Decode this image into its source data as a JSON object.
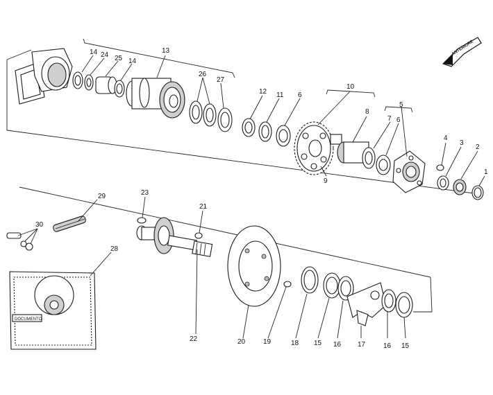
{
  "diagram": {
    "callouts": {
      "n1": "1",
      "n2": "2",
      "n3": "3",
      "n4": "4",
      "n5": "5",
      "n6a": "6",
      "n6b": "6",
      "n7": "7",
      "n8": "8",
      "n9": "9",
      "n10": "10",
      "n11": "11",
      "n12": "12",
      "n13": "13",
      "n14a": "14",
      "n14b": "14",
      "n15a": "15",
      "n15b": "15",
      "n16a": "16",
      "n16b": "16",
      "n17": "17",
      "n18": "18",
      "n19": "19",
      "n20": "20",
      "n21": "21",
      "n22": "22",
      "n23": "23",
      "n24": "24",
      "n25": "25",
      "n26": "26",
      "n27": "27",
      "n28": "28",
      "n29": "29",
      "n30": "30"
    },
    "direction_label": "ANTERIORE",
    "gasket_label": "DOCUMENTO"
  }
}
